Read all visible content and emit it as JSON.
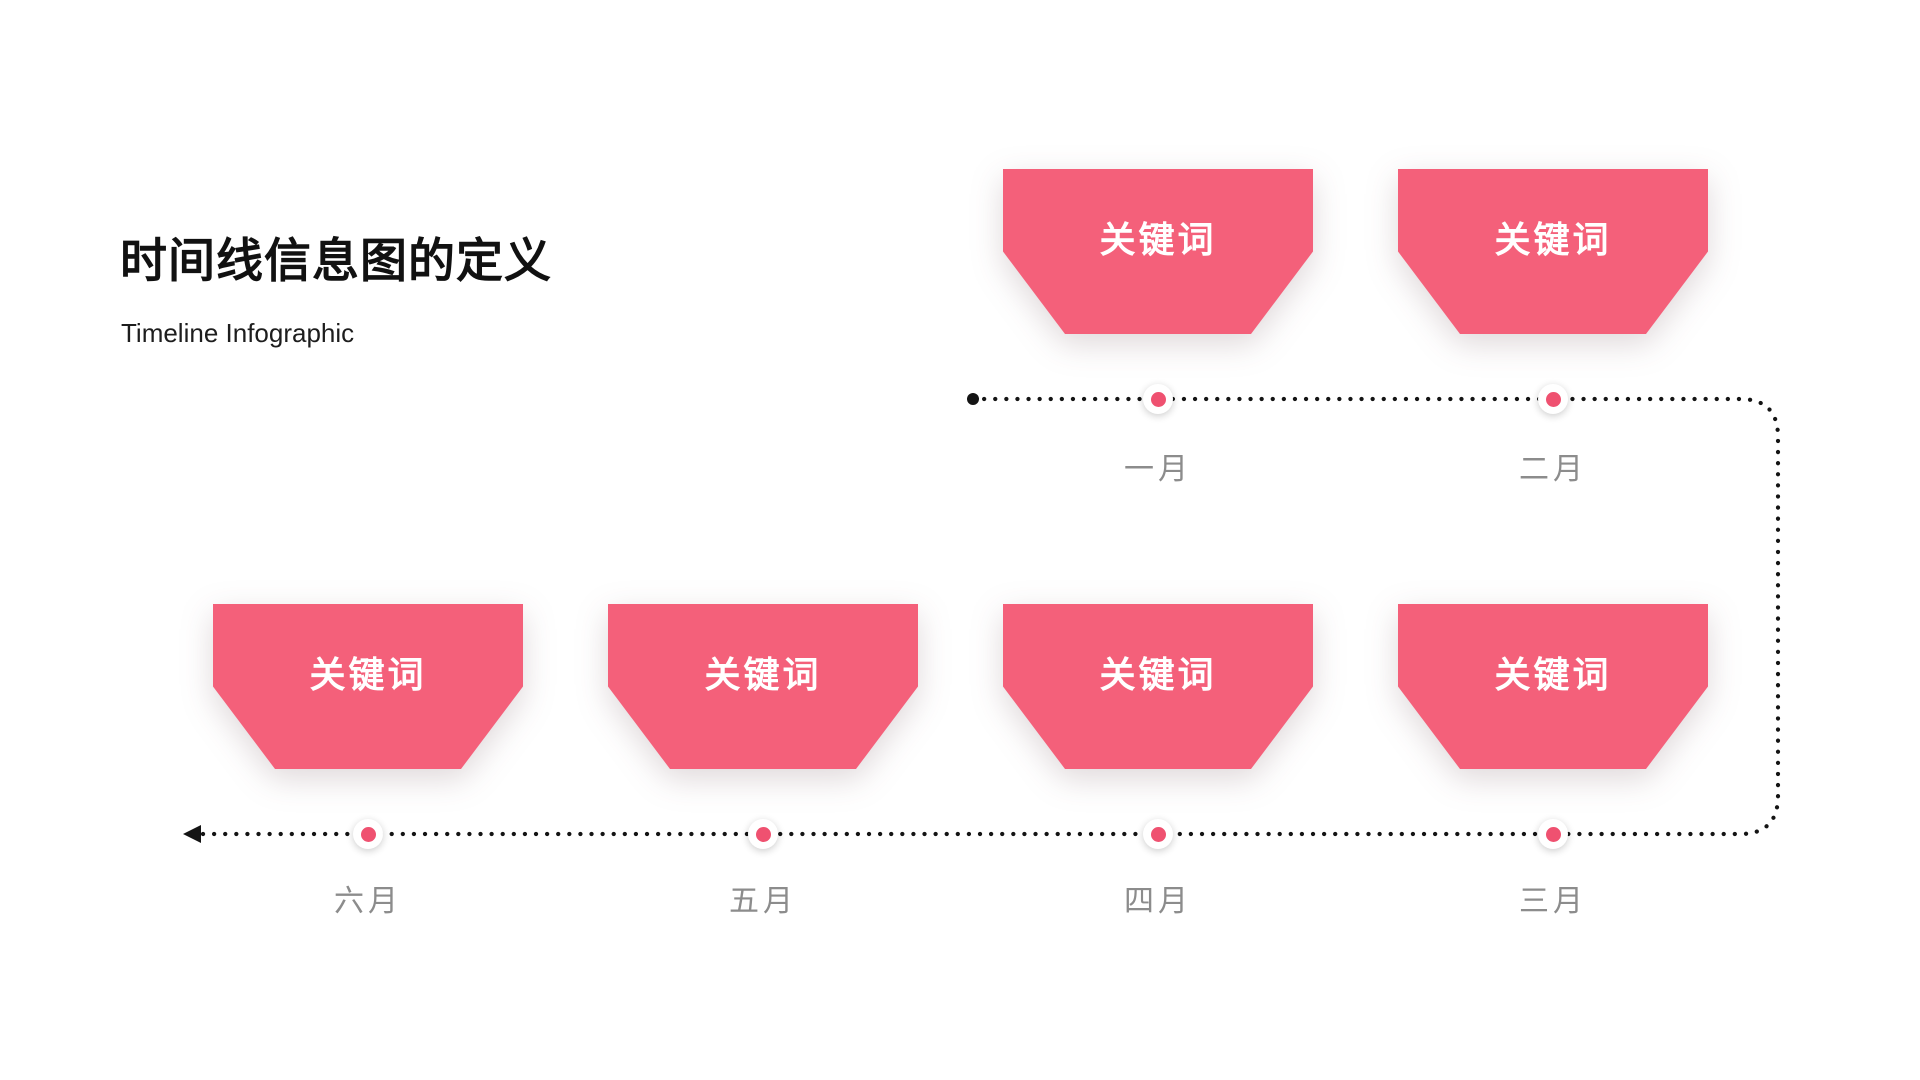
{
  "page": {
    "title": "时间线信息图的定义",
    "subtitle": "Timeline Infographic"
  },
  "colors": {
    "accent": "#F4607A",
    "dot": "#EF5170",
    "label_gray": "#8C8C8C",
    "line_black": "#141414"
  },
  "timeline": {
    "top_row": [
      {
        "keyword": "关键词",
        "month": "一月"
      },
      {
        "keyword": "关键词",
        "month": "二月"
      }
    ],
    "bottom_row": [
      {
        "keyword": "关键词",
        "month": "六月"
      },
      {
        "keyword": "关键词",
        "month": "五月"
      },
      {
        "keyword": "关键词",
        "month": "四月"
      },
      {
        "keyword": "关键词",
        "month": "三月"
      }
    ]
  }
}
